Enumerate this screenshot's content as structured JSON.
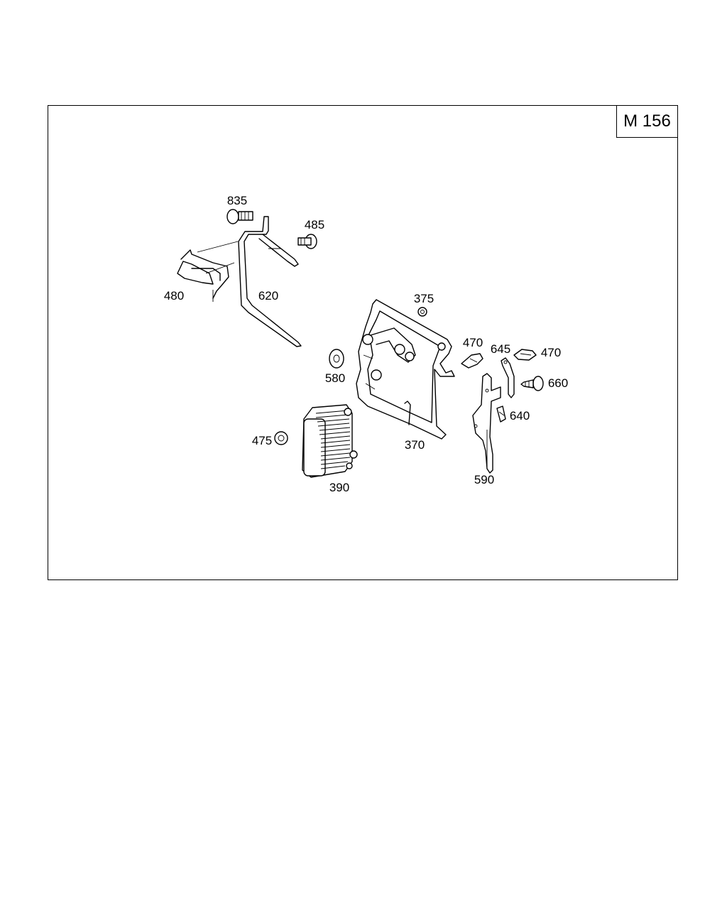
{
  "model_tag": "M 156",
  "callouts": {
    "p835": "835",
    "p485": "485",
    "p480": "480",
    "p620": "620",
    "p375": "375",
    "p470a": "470",
    "p645": "645",
    "p470b": "470",
    "p660": "660",
    "p580": "580",
    "p640": "640",
    "p475": "475",
    "p370": "370",
    "p390": "390",
    "p590": "590"
  }
}
